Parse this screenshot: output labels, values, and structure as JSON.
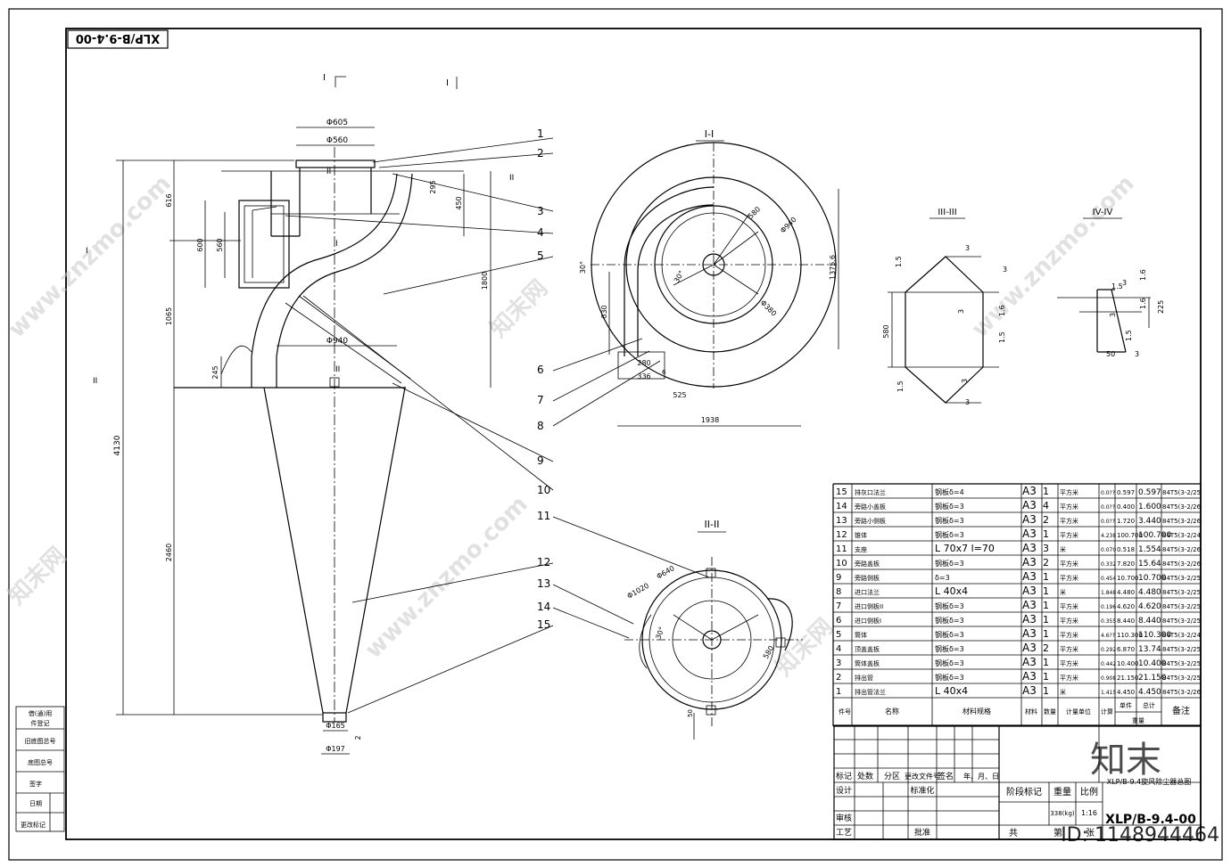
{
  "drawing_no_rotated": "XLP/B-9.4-00",
  "drawing_no": "XLP/B-9.4-00",
  "drawing_title": "XLP/B-9.4旋风除尘器总图",
  "views": {
    "section_1": "I-I",
    "section_2": "II-II",
    "section_3": "III-III",
    "section_4": "IV-IV",
    "mark_I": "I",
    "mark_II": "II"
  },
  "dims": {
    "d605": "Φ605",
    "d560": "Φ560",
    "d940": "Φ940",
    "d165": "Φ165",
    "d197": "Φ197",
    "h616": "616",
    "h1065": "1065",
    "h4130": "4130",
    "h2460": "2460",
    "h1800": "1800",
    "h560": "560",
    "h600": "600",
    "h245": "245",
    "h295": "295",
    "h450": "450",
    "h2": "2",
    "w1938": "1938",
    "w525": "525",
    "w280": "280",
    "w336": "336",
    "w1375": "1375.6",
    "w630": "630",
    "r30": "30°",
    "d1020": "Φ1020",
    "d380": "Φ380",
    "d640": "Φ640",
    "s15": "1.5",
    "s3": "3",
    "s16": "1.6",
    "s225": "225",
    "s50": "50",
    "s580": "580",
    "s6": "6"
  },
  "callouts": [
    "1",
    "2",
    "3",
    "4",
    "5",
    "6",
    "7",
    "8",
    "9",
    "10",
    "11",
    "12",
    "13",
    "14",
    "15"
  ],
  "bom": {
    "rows": [
      {
        "no": "15",
        "name": "排灰口法兰",
        "spec": "钢板δ=4",
        "mat": "A3",
        "qty": "1",
        "unit": "平方米",
        "u1": "0.0??",
        "w": "0.597",
        "t": "0.597",
        "code": "84T5(3-2/25"
      },
      {
        "no": "14",
        "name": "旁路小盖板",
        "spec": "钢板δ=3",
        "mat": "A3",
        "qty": "4",
        "unit": "平方米",
        "u1": "0.0??",
        "w": "0.400",
        "t": "1.600",
        "code": "84T5(3-2/26"
      },
      {
        "no": "13",
        "name": "旁路小侧板",
        "spec": "钢板δ=3",
        "mat": "A3",
        "qty": "2",
        "unit": "平方米",
        "u1": "0.0??",
        "w": "1.720",
        "t": "3.440",
        "code": "84T5(3-2/26"
      },
      {
        "no": "12",
        "name": "锥体",
        "spec": "钢板δ=3",
        "mat": "A3",
        "qty": "1",
        "unit": "平方米",
        "u1": "4.238",
        "w": "100.700",
        "t": "100.700",
        "code": "84T5(3-2/24"
      },
      {
        "no": "11",
        "name": "支座",
        "spec": "L 70x7  l=70",
        "mat": "A3",
        "qty": "3",
        "unit": "米",
        "u1": "0.070",
        "w": "0.518",
        "t": "1.554",
        "code": "84T5(3-2/26"
      },
      {
        "no": "10",
        "name": "旁路盖板",
        "spec": "钢板δ=3",
        "mat": "A3",
        "qty": "2",
        "unit": "平方米",
        "u1": "0.332",
        "w": "7.820",
        "t": "15.64",
        "code": "84T5(3-2/26"
      },
      {
        "no": "9",
        "name": "旁路侧板",
        "spec": "δ=3",
        "mat": "A3",
        "qty": "1",
        "unit": "平方米",
        "u1": "0.454",
        "w": "10.700",
        "t": "10.700",
        "code": "84T5(3-2/25"
      },
      {
        "no": "8",
        "name": "进口法兰",
        "spec": "L 40x4",
        "mat": "A3",
        "qty": "1",
        "unit": "米",
        "u1": "1.848",
        "w": "4.480",
        "t": "4.480",
        "code": "84T5(3-2/25"
      },
      {
        "no": "7",
        "name": "进口侧板II",
        "spec": "钢板δ=3",
        "mat": "A3",
        "qty": "1",
        "unit": "平方米",
        "u1": "0.196",
        "w": "4.620",
        "t": "4.620",
        "code": "84T5(3-2/25"
      },
      {
        "no": "6",
        "name": "进口侧板I",
        "spec": "钢板δ=3",
        "mat": "A3",
        "qty": "1",
        "unit": "平方米",
        "u1": "0.355",
        "w": "8.440",
        "t": "8.440",
        "code": "84T5(3-2/25"
      },
      {
        "no": "5",
        "name": "筒体",
        "spec": "钢板δ=3",
        "mat": "A3",
        "qty": "1",
        "unit": "平方米",
        "u1": "4.6??",
        "w": "110.300",
        "t": "110.300",
        "code": "84T5(3-2/24"
      },
      {
        "no": "4",
        "name": "顶盖盖板",
        "spec": "钢板δ=3",
        "mat": "A3",
        "qty": "2",
        "unit": "平方米",
        "u1": "0.292",
        "w": "6.870",
        "t": "13.74",
        "code": "84T5(3-2/25"
      },
      {
        "no": "3",
        "name": "筒体盖板",
        "spec": "钢板δ=3",
        "mat": "A3",
        "qty": "1",
        "unit": "平方米",
        "u1": "0.442",
        "w": "10.400",
        "t": "10.400",
        "code": "84T5(3-2/25"
      },
      {
        "no": "2",
        "name": "排出管",
        "spec": "钢板δ=3",
        "mat": "A3",
        "qty": "1",
        "unit": "平方米",
        "u1": "0.908",
        "w": "21.150",
        "t": "21.150",
        "code": "84T5(3-2/25"
      },
      {
        "no": "1",
        "name": "排出管法兰",
        "spec": "L 40x4",
        "mat": "A3",
        "qty": "1",
        "unit": "米",
        "u1": "1.415",
        "w": "4.450",
        "t": "4.450",
        "code": "84T5(3-2/26"
      }
    ],
    "headers": {
      "no": "件号",
      "name": "名称",
      "spec": "材料规格",
      "mat": "材料",
      "qty": "数量",
      "unit": "计量单位",
      "calc": "计算",
      "unit_w": "单件",
      "total": "总计",
      "weight": "重量",
      "remark": "备注"
    }
  },
  "title_block": {
    "marks": "标记",
    "count": "处数",
    "zone": "分区",
    "change_doc": "更改文件号",
    "sign": "签名",
    "date": "年、月、日",
    "design": "设计",
    "standard": "标准化",
    "review": "审核",
    "process": "工艺",
    "approve": "批准",
    "stage": "阶段标记",
    "weight": "重量",
    "scale": "比例",
    "scale_val": "1:16",
    "weight_val": "338(kg)",
    "total": "共",
    "sheet": "第",
    "sheet_label": "张"
  },
  "left_block": [
    "借(通)用",
    "件登记",
    "旧底图总号",
    "底图总号",
    "签字",
    "日期",
    "更改标记"
  ],
  "watermarks": [
    "www.znzmo.com",
    "知末网",
    "www.znzmo.com",
    "知末网",
    "www.znzmo.com",
    "知末网"
  ],
  "brand": "知末",
  "id_text": "ID: 1148944464"
}
